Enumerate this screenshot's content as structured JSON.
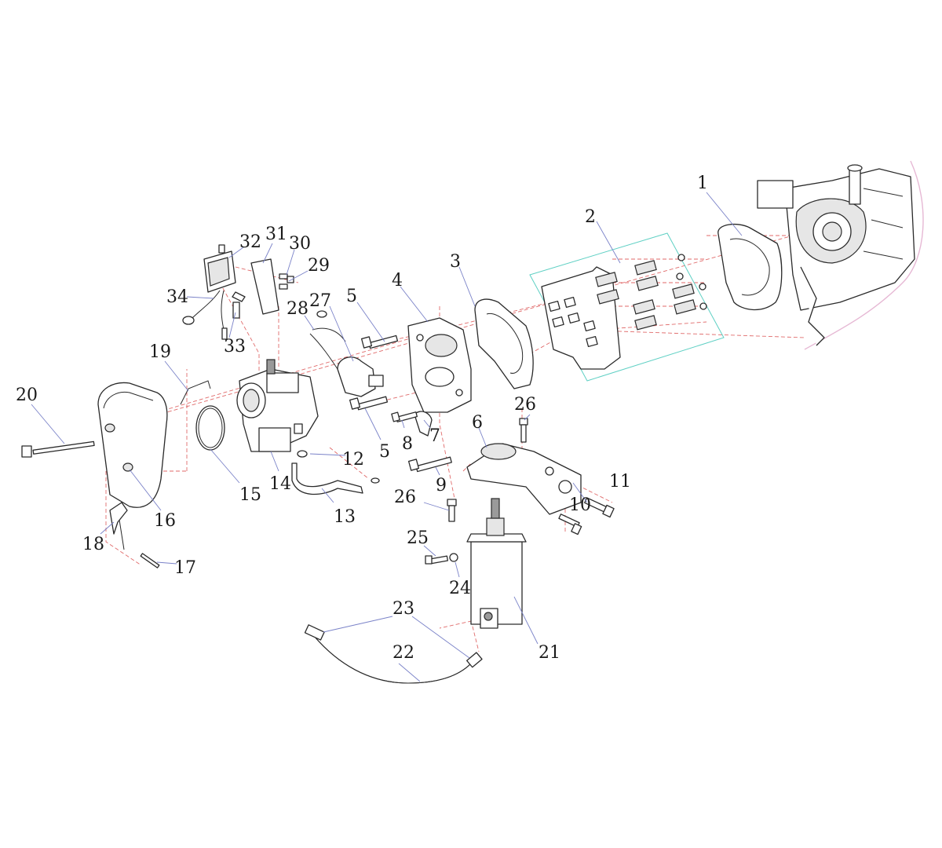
{
  "callouts": [
    {
      "id": "c1",
      "text": "1"
    },
    {
      "id": "c2",
      "text": "2"
    },
    {
      "id": "c3",
      "text": "3"
    },
    {
      "id": "c4",
      "text": "4"
    },
    {
      "id": "c5a",
      "text": "5"
    },
    {
      "id": "c5b",
      "text": "5"
    },
    {
      "id": "c6",
      "text": "6"
    },
    {
      "id": "c7",
      "text": "7"
    },
    {
      "id": "c8",
      "text": "8"
    },
    {
      "id": "c9",
      "text": "9"
    },
    {
      "id": "c10",
      "text": "10"
    },
    {
      "id": "c11",
      "text": "11"
    },
    {
      "id": "c12",
      "text": "12"
    },
    {
      "id": "c13",
      "text": "13"
    },
    {
      "id": "c14",
      "text": "14"
    },
    {
      "id": "c15",
      "text": "15"
    },
    {
      "id": "c16",
      "text": "16"
    },
    {
      "id": "c17",
      "text": "17"
    },
    {
      "id": "c18",
      "text": "18"
    },
    {
      "id": "c19",
      "text": "19"
    },
    {
      "id": "c20",
      "text": "20"
    },
    {
      "id": "c21",
      "text": "21"
    },
    {
      "id": "c22",
      "text": "22"
    },
    {
      "id": "c23",
      "text": "23"
    },
    {
      "id": "c24",
      "text": "24"
    },
    {
      "id": "c25",
      "text": "25"
    },
    {
      "id": "c26a",
      "text": "26"
    },
    {
      "id": "c26b",
      "text": "26"
    },
    {
      "id": "c27",
      "text": "27"
    },
    {
      "id": "c28",
      "text": "28"
    },
    {
      "id": "c29",
      "text": "29"
    },
    {
      "id": "c30",
      "text": "30"
    },
    {
      "id": "c31",
      "text": "31"
    },
    {
      "id": "c32",
      "text": "32"
    },
    {
      "id": "c33",
      "text": "33"
    },
    {
      "id": "c34",
      "text": "34"
    }
  ],
  "colors": {
    "assembly_line": "#e06a6a",
    "leader_line": "#7a82c8",
    "group_box": "#5fd0c4",
    "boundary": "#e6b8d4"
  }
}
